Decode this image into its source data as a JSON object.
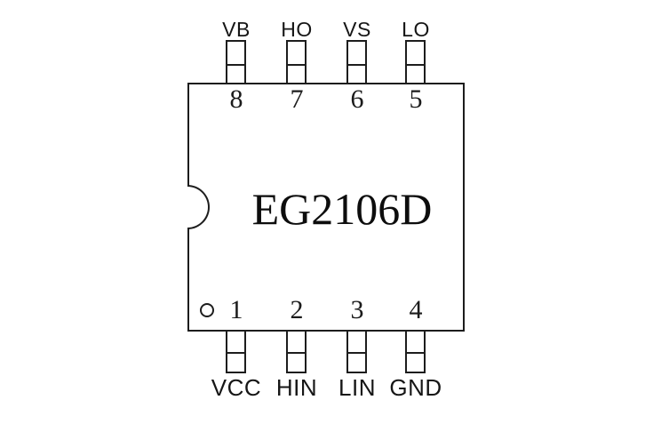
{
  "chip": {
    "title": "EG2106D"
  },
  "pins": {
    "top": [
      {
        "number": "8",
        "label": "VB"
      },
      {
        "number": "7",
        "label": "HO"
      },
      {
        "number": "6",
        "label": "VS"
      },
      {
        "number": "5",
        "label": "LO"
      }
    ],
    "bottom": [
      {
        "number": "1",
        "label": "VCC"
      },
      {
        "number": "2",
        "label": "HIN"
      },
      {
        "number": "3",
        "label": "LIN"
      },
      {
        "number": "4",
        "label": "GND"
      }
    ]
  },
  "colors": {
    "line": "#1d1d1d",
    "background": "#ffffff",
    "text": "#161616"
  }
}
